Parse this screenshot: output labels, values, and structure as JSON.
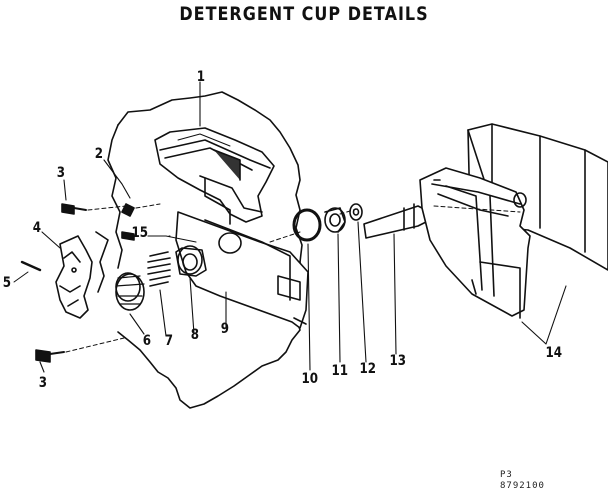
{
  "title": "DETERGENT CUP DETAILS",
  "callouts": [
    {
      "id": "1",
      "label": "1"
    },
    {
      "id": "2",
      "label": "2"
    },
    {
      "id": "3a",
      "label": "3"
    },
    {
      "id": "4",
      "label": "4"
    },
    {
      "id": "5",
      "label": "5"
    },
    {
      "id": "15",
      "label": "15"
    },
    {
      "id": "3b",
      "label": "3"
    },
    {
      "id": "6",
      "label": "6"
    },
    {
      "id": "7",
      "label": "7"
    },
    {
      "id": "8",
      "label": "8"
    },
    {
      "id": "9",
      "label": "9"
    },
    {
      "id": "10",
      "label": "10"
    },
    {
      "id": "11",
      "label": "11"
    },
    {
      "id": "12",
      "label": "12"
    },
    {
      "id": "13",
      "label": "13"
    },
    {
      "id": "14",
      "label": "14"
    }
  ],
  "footer": {
    "line1": "P3",
    "line2": "8792100"
  }
}
